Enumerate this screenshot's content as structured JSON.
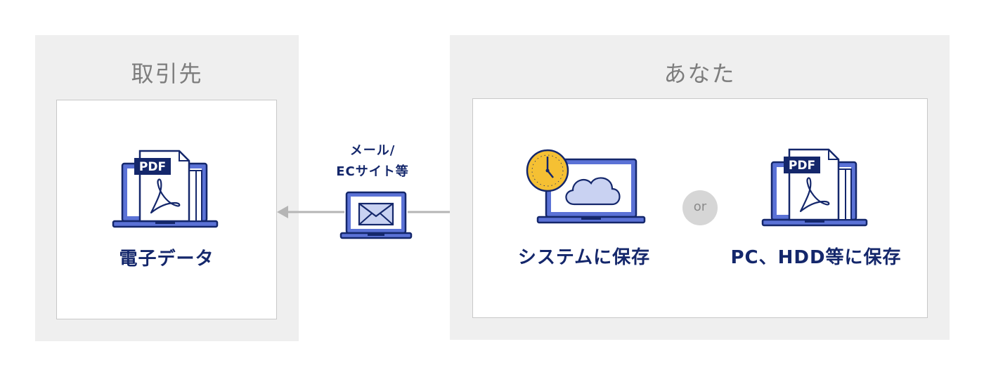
{
  "left_panel": {
    "title": "取引先",
    "label": "電子データ"
  },
  "right_panel": {
    "title": "あなた",
    "system_label": "システムに保存",
    "pc_label": "PC、HDD等に保存"
  },
  "connector": {
    "line1": "メール/",
    "line2": "ECサイト等"
  },
  "pdf_badge": "PDF",
  "or_text": "or",
  "colors": {
    "navy": "#14276b",
    "icon_fill": "#c9d2f2",
    "icon_blue": "#5b72d6",
    "clock": "#f5c033",
    "panel_bg": "#efefef"
  }
}
